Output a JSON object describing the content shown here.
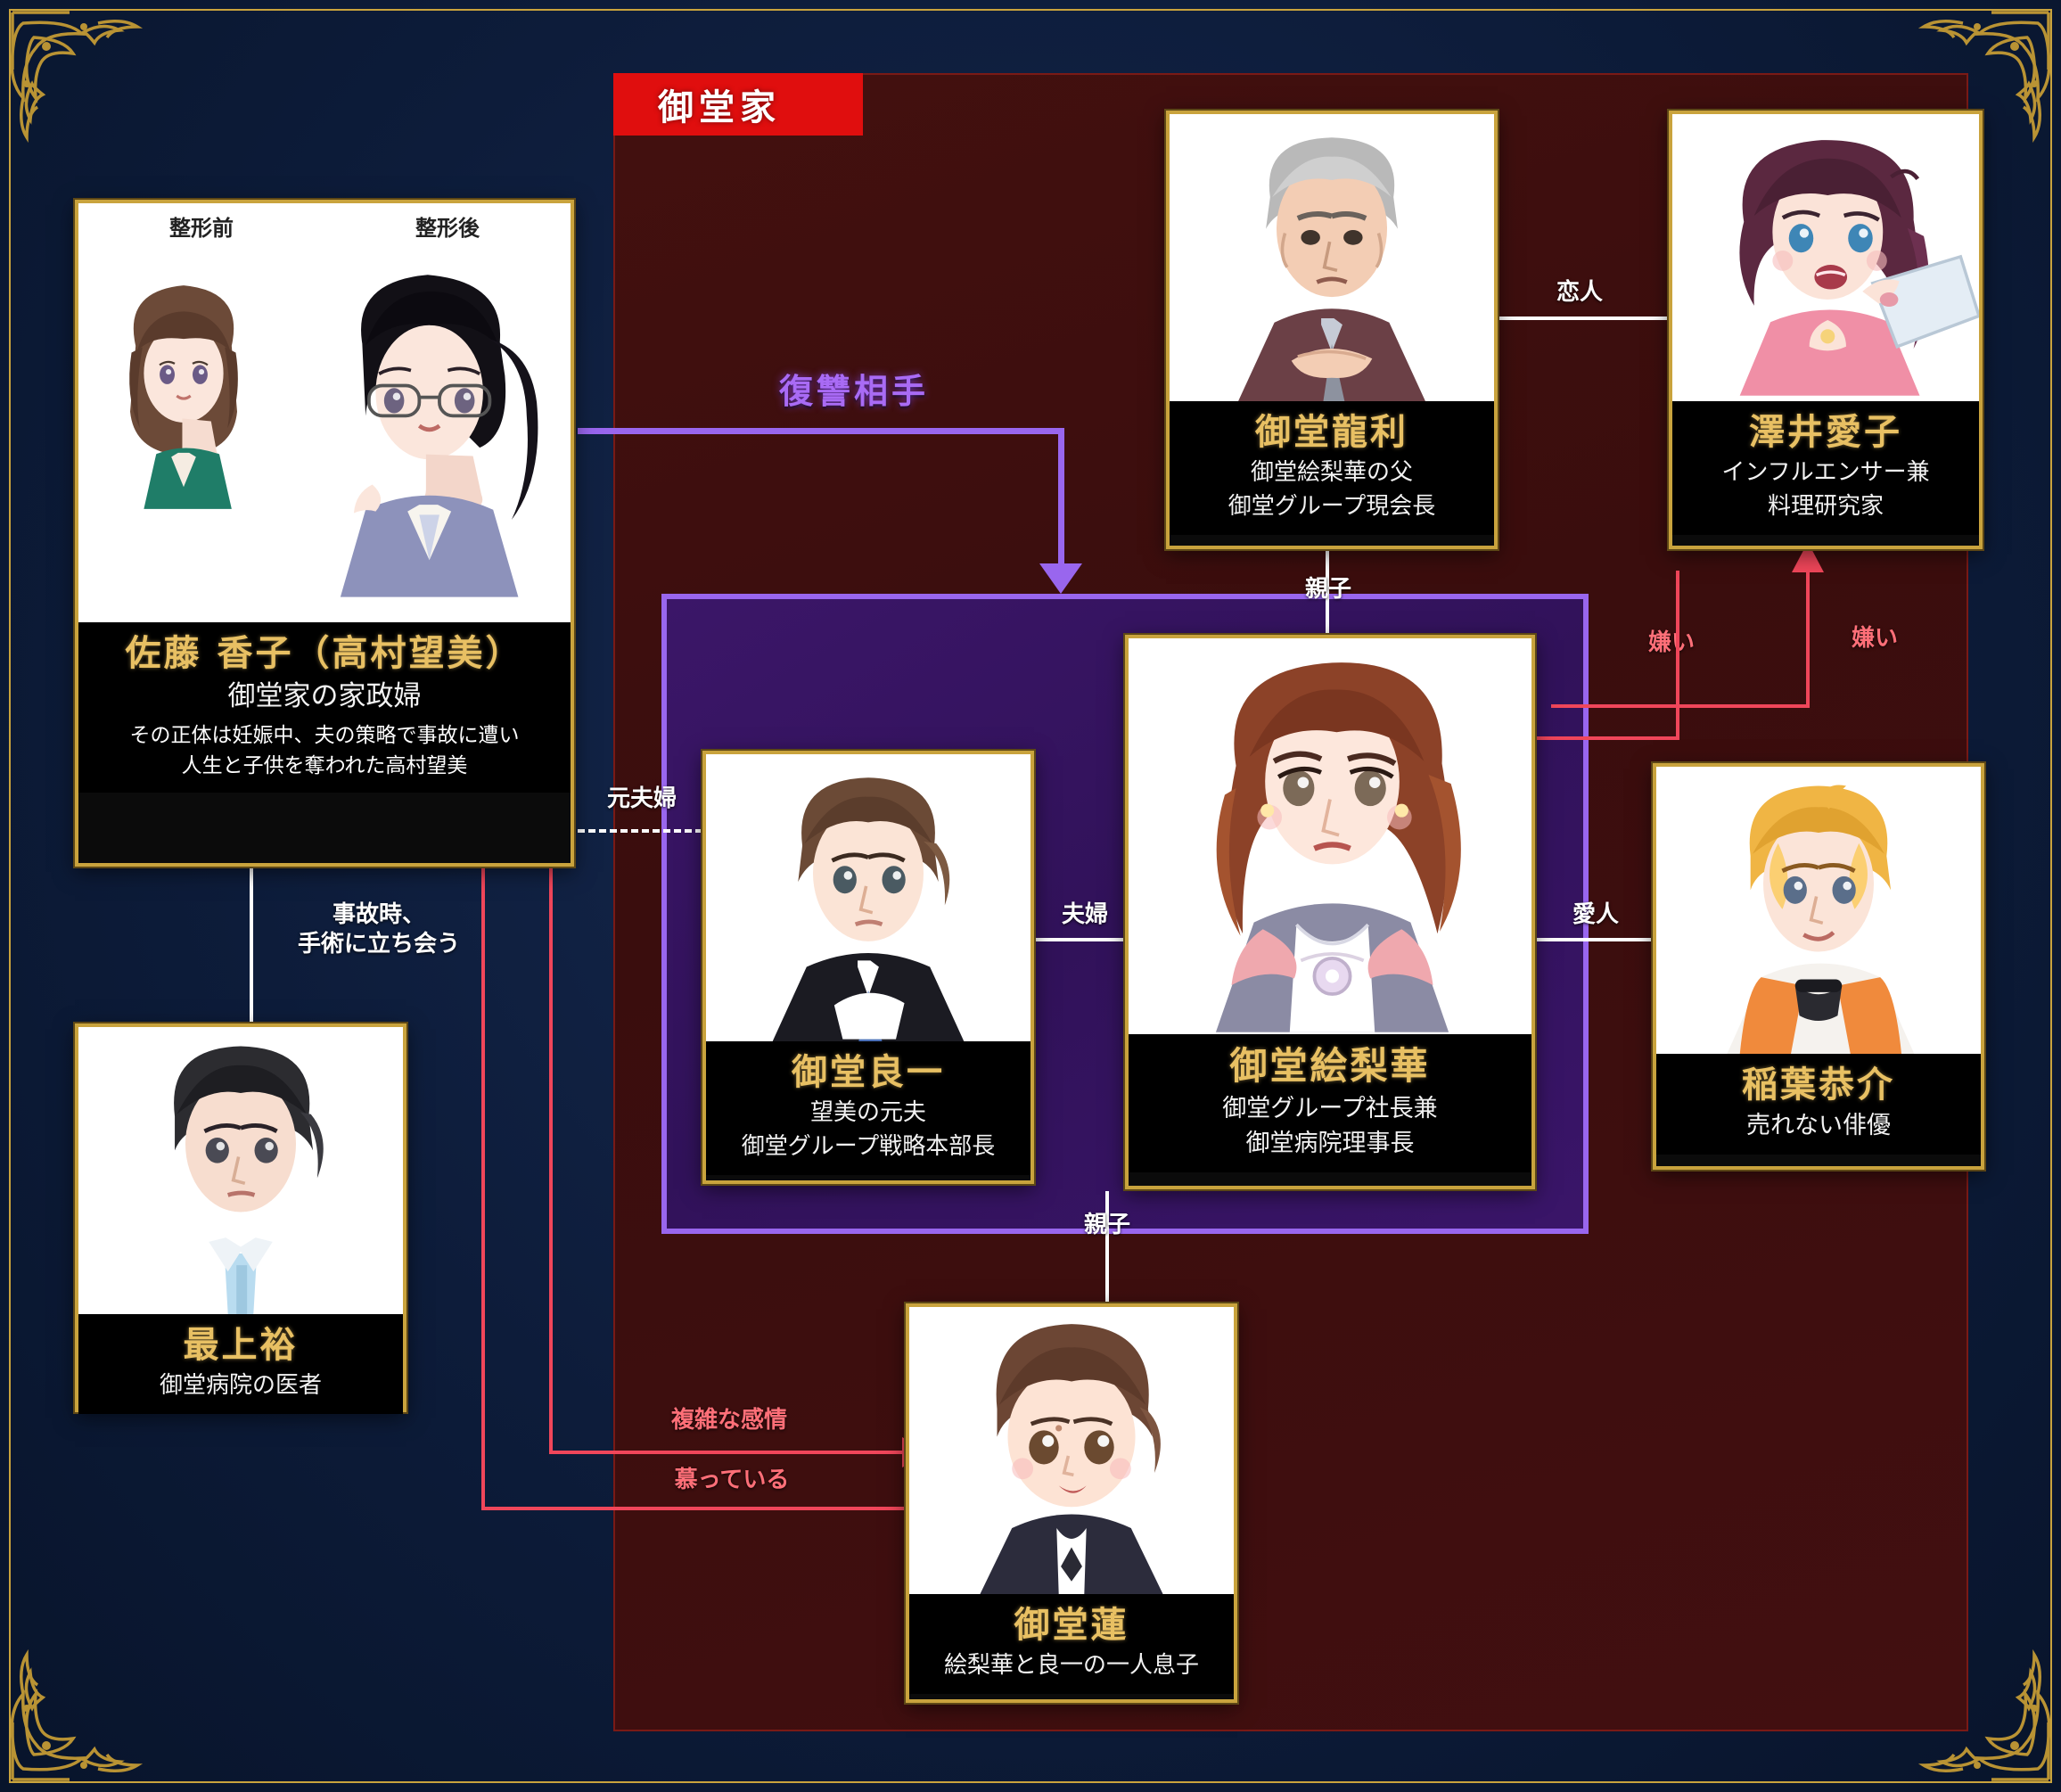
{
  "group": {
    "badge_label": "御堂家"
  },
  "characters": {
    "kyoko": {
      "name": "佐藤 香子（高村望美）",
      "role": "御堂家の家政婦",
      "desc_line1": "その正体は妊娠中、夫の策略で事故に遭い",
      "desc_line2": "人生と子供を奪われた高村望美",
      "before_label": "整形前",
      "after_label": "整形後"
    },
    "tatsutoshi": {
      "name": "御堂龍利",
      "role_line1": "御堂絵梨華の父",
      "role_line2": "御堂グループ現会長"
    },
    "aiko": {
      "name": "澤井愛子",
      "role_line1": "インフルエンサー兼",
      "role_line2": "料理研究家"
    },
    "ryoichi": {
      "name": "御堂良一",
      "role_line1": "望美の元夫",
      "role_line2": "御堂グループ戦略本部長"
    },
    "erika": {
      "name": "御堂絵梨華",
      "role_line1": "御堂グループ社長兼",
      "role_line2": "御堂病院理事長"
    },
    "kyosuke": {
      "name": "稲葉恭介",
      "role_line1": "売れない俳優"
    },
    "yutaka": {
      "name": "最上裕",
      "role_line1": "御堂病院の医者"
    },
    "ren": {
      "name": "御堂蓮",
      "role_line1": "絵梨華と良一の一人息子"
    }
  },
  "relations": {
    "revenge_target": "復讐相手",
    "lovers": "恋人",
    "parent_child_top": "親子",
    "parent_child_bottom": "親子",
    "couple": "夫婦",
    "ex_couple": "元夫婦",
    "mistress": "愛人",
    "dislike_left": "嫌い",
    "dislike_right": "嫌い",
    "accident_line1": "事故時、",
    "accident_line2": "手術に立ち会う",
    "complex_feelings": "複雑な感情",
    "admires": "慕っている"
  },
  "colors": {
    "navy": "#0e1d3b",
    "dark_red": "#3e0e0e",
    "purple_panel": "#3b1668",
    "purple_accent": "#9966ee",
    "gold": "#c9a33d",
    "badge_red": "#e00e0e",
    "red_line": "#ff4a55",
    "white_line": "#ffffff"
  }
}
